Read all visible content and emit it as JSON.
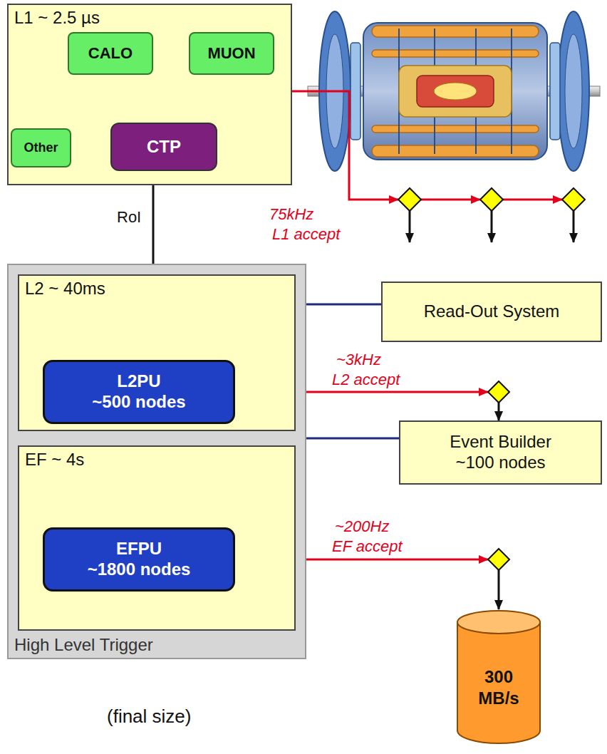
{
  "diagram": {
    "nodes": [
      {
        "text": [
          "L1 ~ 2.5 µs"
        ]
      },
      {
        "text": [
          "CALO"
        ],
        "in": 0
      },
      {
        "text": [
          "MUON"
        ],
        "in": 0
      },
      {
        "text": [
          "Other"
        ],
        "in": 0
      },
      {
        "text": [
          "CTP"
        ],
        "in": 0
      },
      {
        "text": [
          "High Level Trigger"
        ]
      },
      {
        "text": [
          "L2 ~ 40ms"
        ],
        "in": 5
      },
      {
        "text": [
          "L2PU",
          "~500 nodes"
        ],
        "in": 6
      },
      {
        "text": [
          "Read-Out System"
        ]
      },
      {
        "text": [
          "EF ~ 4s"
        ],
        "in": 5
      },
      {
        "text": [
          "EFPU",
          "~1800 nodes"
        ],
        "in": 9
      },
      {
        "text": [
          "Event Builder",
          "~100 nodes"
        ]
      },
      {
        "text": [
          "300 MB/s"
        ]
      }
    ],
    "edges": [
      {
        "from": 1,
        "to": 4,
        "arrow": "to"
      },
      {
        "from": 2,
        "to": 4,
        "arrow": "to"
      },
      {
        "from": 3,
        "to": 4,
        "arrow": "to"
      },
      {
        "from": 4,
        "to": 6,
        "label": "RoI",
        "arrow": "to"
      },
      {
        "from": 8,
        "to": 7,
        "arrow": "to"
      },
      {
        "from": 7,
        "to": 11,
        "arrow": "to"
      },
      {
        "from": 11,
        "to": 10,
        "arrow": "to"
      },
      {
        "from": 10,
        "to": 12,
        "arrow": "to"
      }
    ],
    "labels": [
      "75kHz",
      "L1 accept",
      "~3kHz",
      "L2 accept",
      "~200Hz",
      "EF accept",
      "(final size)"
    ]
  }
}
